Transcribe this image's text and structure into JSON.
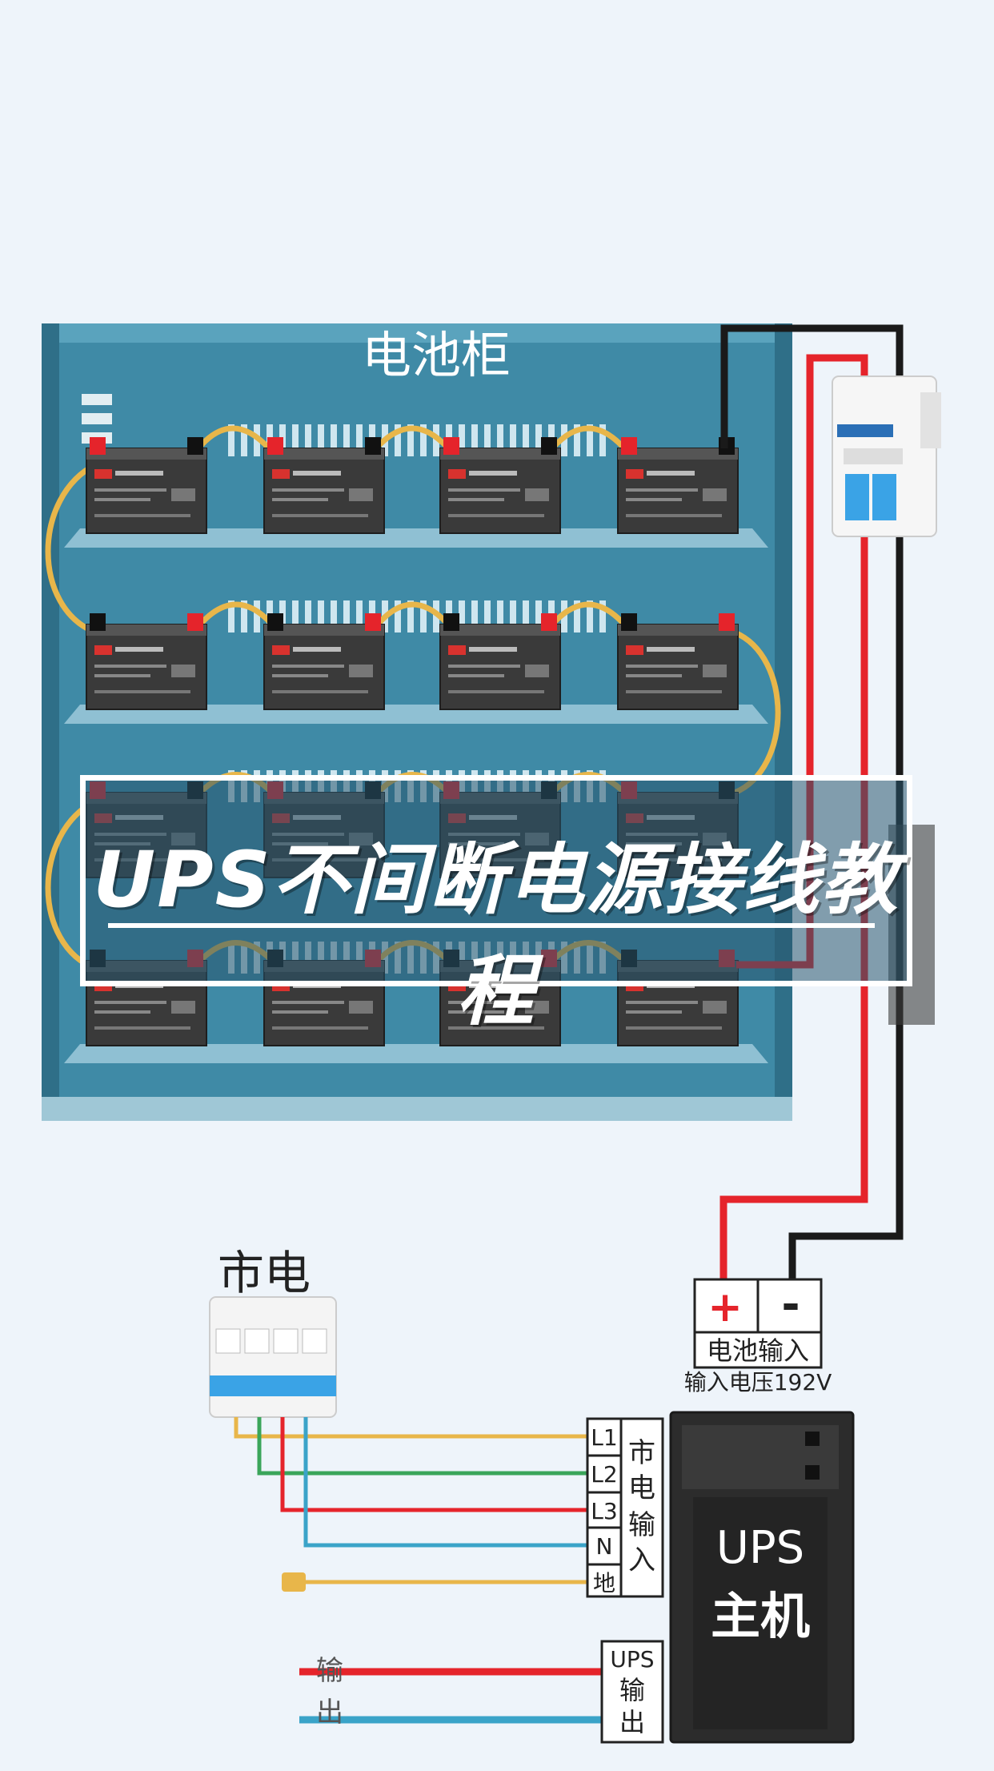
{
  "title": "UPS不间断电源接线教程",
  "cabinet": {
    "label": "电池柜"
  },
  "mains": {
    "label": "市电"
  },
  "battery_input": {
    "plus": "+",
    "minus": "-",
    "label": "电池输入",
    "voltage": "输入电压192V"
  },
  "mains_input": {
    "terminals": [
      "L1",
      "L2",
      "L3",
      "N",
      "地"
    ],
    "label_chars": [
      "市",
      "电",
      "输",
      "入"
    ]
  },
  "ups": {
    "line1": "UPS",
    "line2": "主机"
  },
  "ups_output": {
    "box_lines": [
      "UPS",
      "输",
      "出"
    ],
    "wire_label_chars": [
      "输",
      "出"
    ]
  },
  "colors": {
    "cabinet": "#3f8aa6",
    "cabinet_dark": "#2f6f88",
    "wire_red": "#e5242b",
    "wire_black": "#1a1a1a",
    "wire_yellow": "#e8b64a",
    "wire_green": "#3aa55a",
    "wire_blue": "#3aa3c8",
    "battery": "#3a3a3a",
    "ups_body": "#2c2c2c"
  }
}
